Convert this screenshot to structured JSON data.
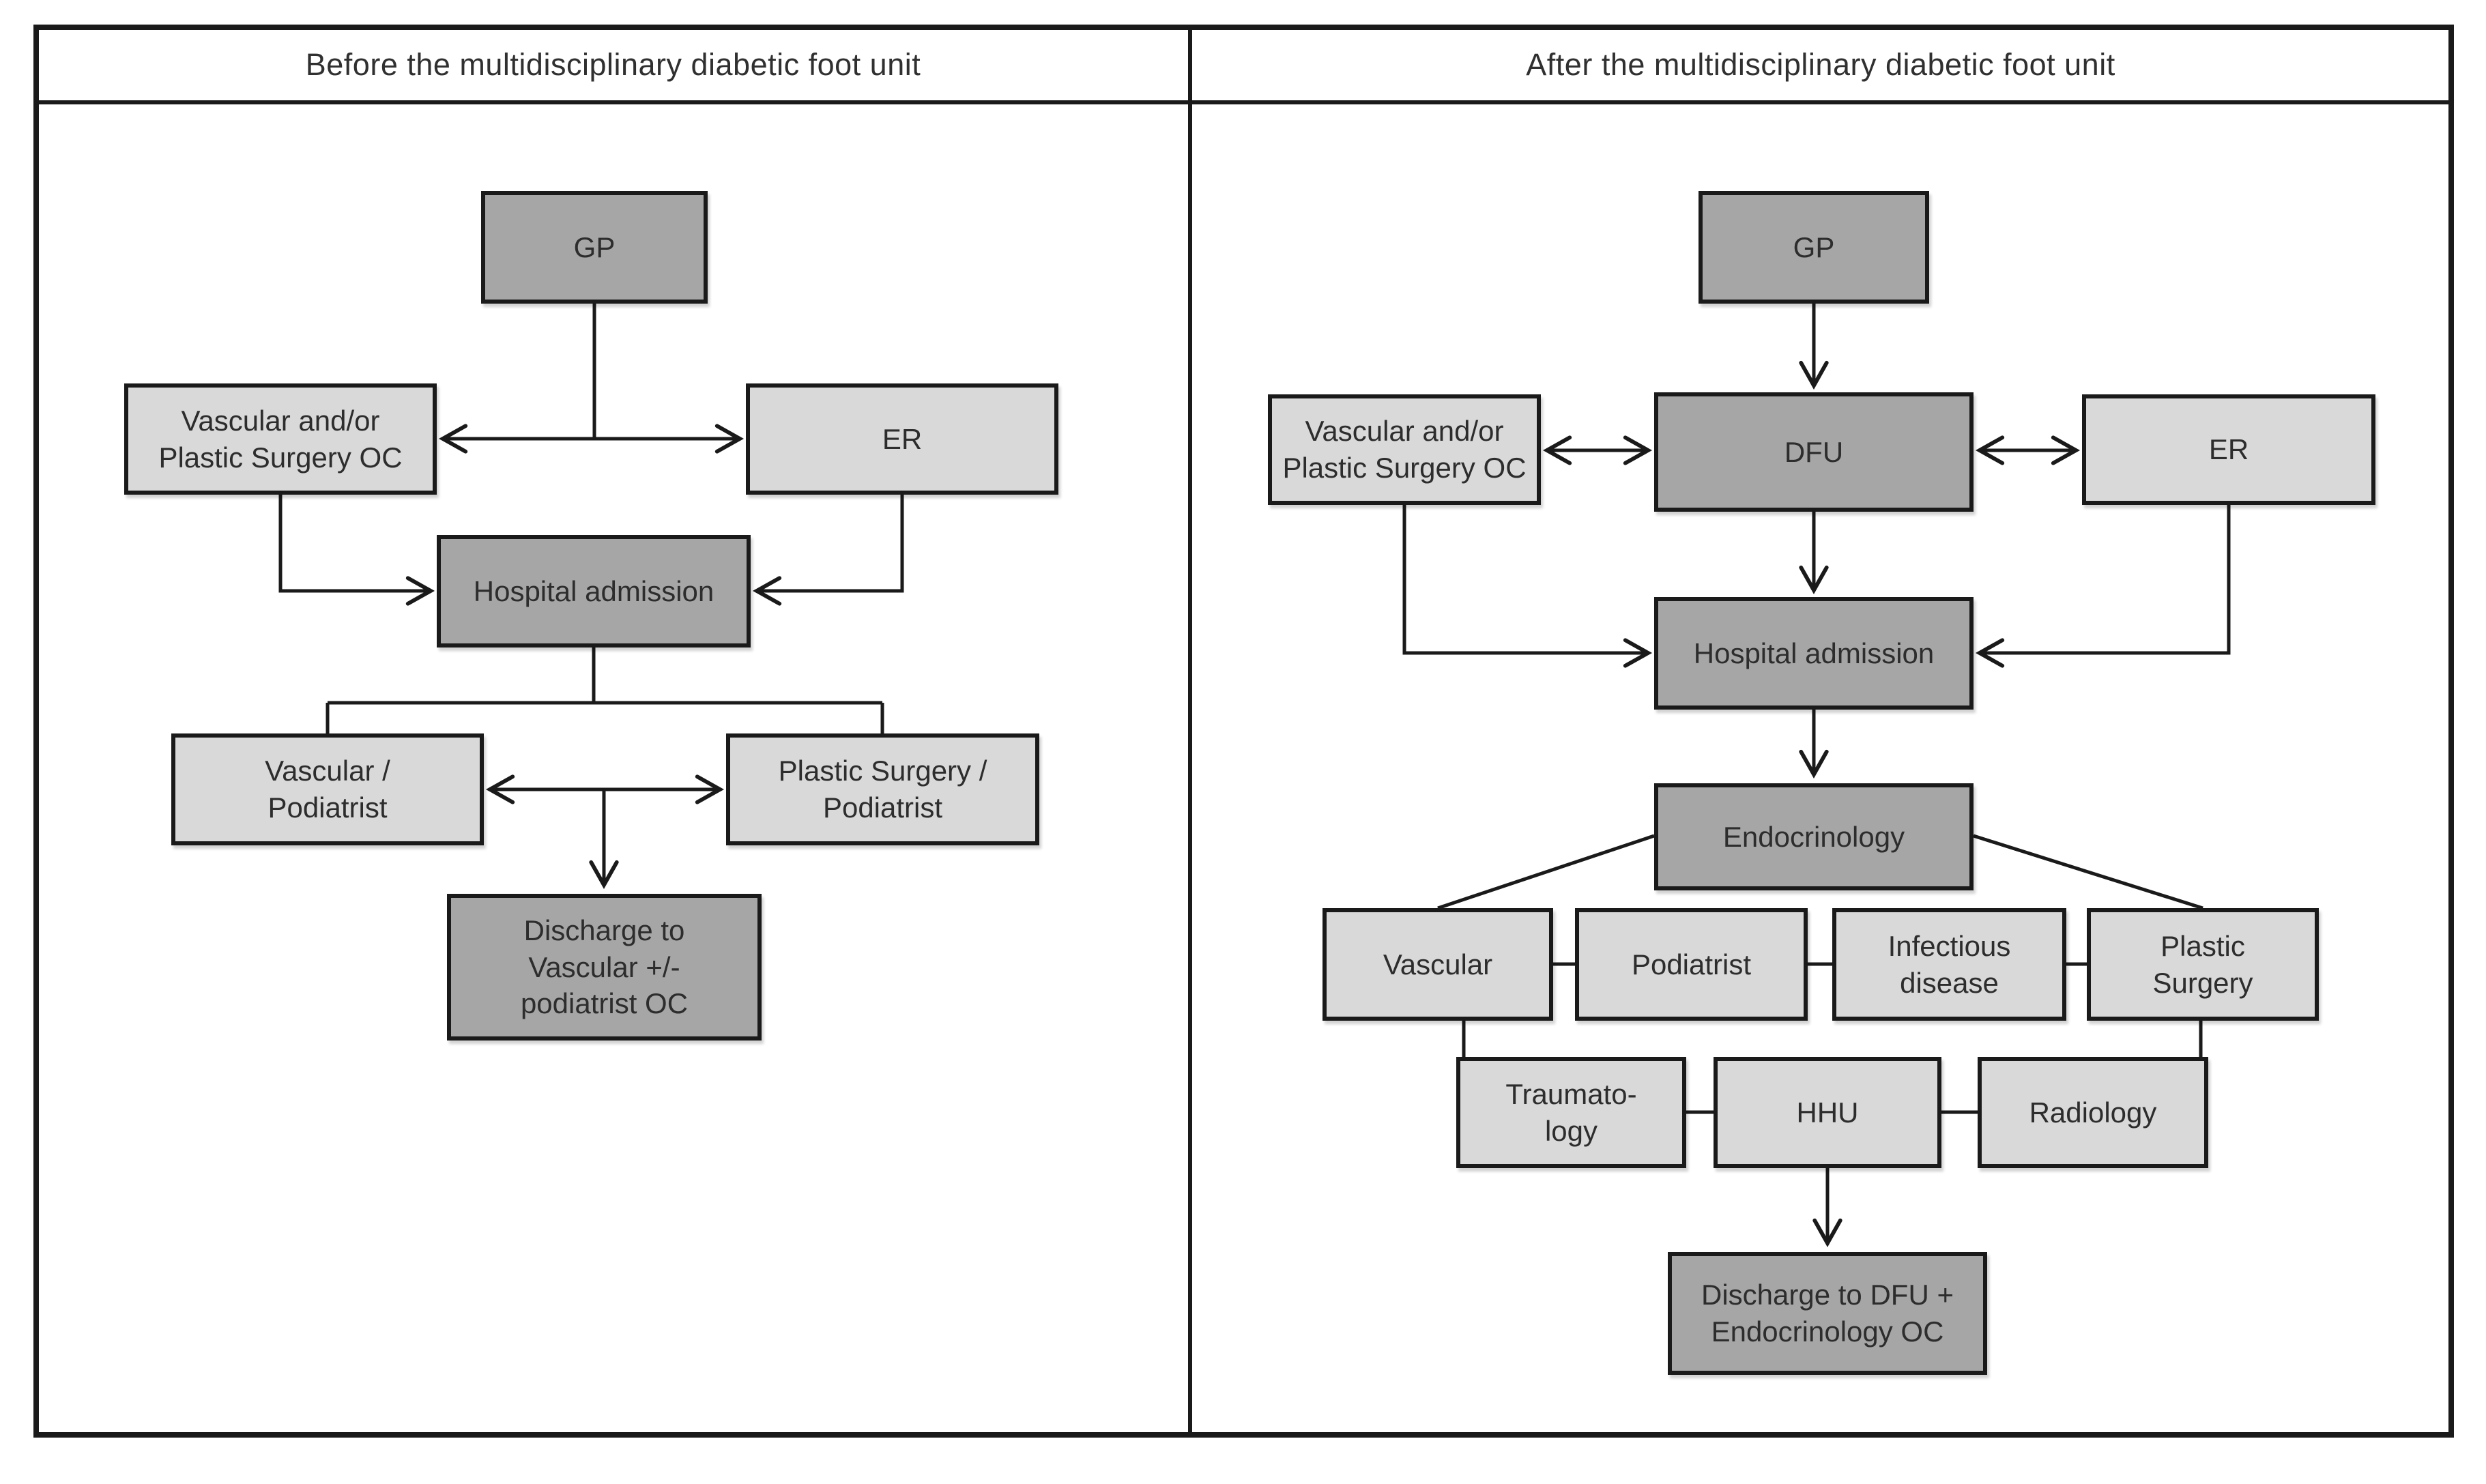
{
  "colors": {
    "box_dark": "#a6a6a6",
    "box_light": "#d9d9d9",
    "line": "#1a1a1a",
    "text": "#2d2d2d",
    "background": "#ffffff"
  },
  "panels": {
    "left": {
      "title": "Before the multidisciplinary diabetic foot unit",
      "nodes": {
        "gp": {
          "label": "GP",
          "shade": "dark"
        },
        "vascular_plastic_oc": {
          "label": "Vascular and/or\nPlastic Surgery OC",
          "shade": "light"
        },
        "er": {
          "label": "ER",
          "shade": "light"
        },
        "hospital_admission": {
          "label": "Hospital admission",
          "shade": "dark"
        },
        "vascular_podiatrist": {
          "label": "Vascular /\nPodiatrist",
          "shade": "light"
        },
        "plastic_surgery_podiatrist": {
          "label": "Plastic Surgery /\nPodiatrist",
          "shade": "light"
        },
        "discharge": {
          "label": "Discharge to\nVascular +/-\npodiatrist OC",
          "shade": "dark"
        }
      },
      "edges": [
        {
          "from": "gp",
          "to": "vascular_plastic_oc",
          "style": "arrow"
        },
        {
          "from": "gp",
          "to": "er",
          "style": "arrow"
        },
        {
          "from": "vascular_plastic_oc",
          "to": "hospital_admission",
          "style": "arrow"
        },
        {
          "from": "er",
          "to": "hospital_admission",
          "style": "arrow"
        },
        {
          "from": "hospital_admission",
          "to": "vascular_podiatrist",
          "style": "line"
        },
        {
          "from": "hospital_admission",
          "to": "plastic_surgery_podiatrist",
          "style": "line"
        },
        {
          "from": "vascular_podiatrist",
          "to": "plastic_surgery_podiatrist",
          "style": "double-arrow"
        },
        {
          "from": "vascular_podiatrist_plastic_surgery_podiatrist",
          "to": "discharge",
          "style": "arrow"
        }
      ]
    },
    "right": {
      "title": "After the multidisciplinary diabetic foot unit",
      "nodes": {
        "gp": {
          "label": "GP",
          "shade": "dark"
        },
        "vascular_plastic_oc": {
          "label": "Vascular and/or\nPlastic Surgery OC",
          "shade": "light"
        },
        "dfu": {
          "label": "DFU",
          "shade": "dark"
        },
        "er": {
          "label": "ER",
          "shade": "light"
        },
        "hospital_admission": {
          "label": "Hospital admission",
          "shade": "dark"
        },
        "endocrinology": {
          "label": "Endocrinology",
          "shade": "dark"
        },
        "vascular": {
          "label": "Vascular",
          "shade": "light"
        },
        "podiatrist": {
          "label": "Podiatrist",
          "shade": "light"
        },
        "infectious_disease": {
          "label": "Infectious\ndisease",
          "shade": "light"
        },
        "plastic_surgery": {
          "label": "Plastic\nSurgery",
          "shade": "light"
        },
        "traumatology": {
          "label": "Traumato-\nlogy",
          "shade": "light"
        },
        "hhu": {
          "label": "HHU",
          "shade": "light"
        },
        "radiology": {
          "label": "Radiology",
          "shade": "light"
        },
        "discharge": {
          "label": "Discharge to DFU +\nEndocrinology OC",
          "shade": "dark"
        }
      },
      "edges": [
        {
          "from": "gp",
          "to": "dfu",
          "style": "arrow"
        },
        {
          "from": "vascular_plastic_oc",
          "to": "dfu",
          "style": "double-arrow"
        },
        {
          "from": "dfu",
          "to": "er",
          "style": "double-arrow"
        },
        {
          "from": "dfu",
          "to": "hospital_admission",
          "style": "arrow"
        },
        {
          "from": "vascular_plastic_oc",
          "to": "hospital_admission",
          "style": "arrow"
        },
        {
          "from": "er",
          "to": "hospital_admission",
          "style": "arrow"
        },
        {
          "from": "hospital_admission",
          "to": "endocrinology",
          "style": "arrow"
        },
        {
          "from": "endocrinology",
          "to": "vascular",
          "style": "line"
        },
        {
          "from": "endocrinology",
          "to": "plastic_surgery",
          "style": "line"
        },
        {
          "from": "vascular",
          "to": "podiatrist",
          "style": "line"
        },
        {
          "from": "podiatrist",
          "to": "infectious_disease",
          "style": "line"
        },
        {
          "from": "infectious_disease",
          "to": "plastic_surgery",
          "style": "line"
        },
        {
          "from": "vascular",
          "to": "traumatology",
          "style": "line"
        },
        {
          "from": "plastic_surgery",
          "to": "radiology",
          "style": "line"
        },
        {
          "from": "traumatology",
          "to": "hhu",
          "style": "line"
        },
        {
          "from": "hhu",
          "to": "radiology",
          "style": "line"
        },
        {
          "from": "hhu",
          "to": "discharge",
          "style": "arrow"
        }
      ]
    }
  }
}
